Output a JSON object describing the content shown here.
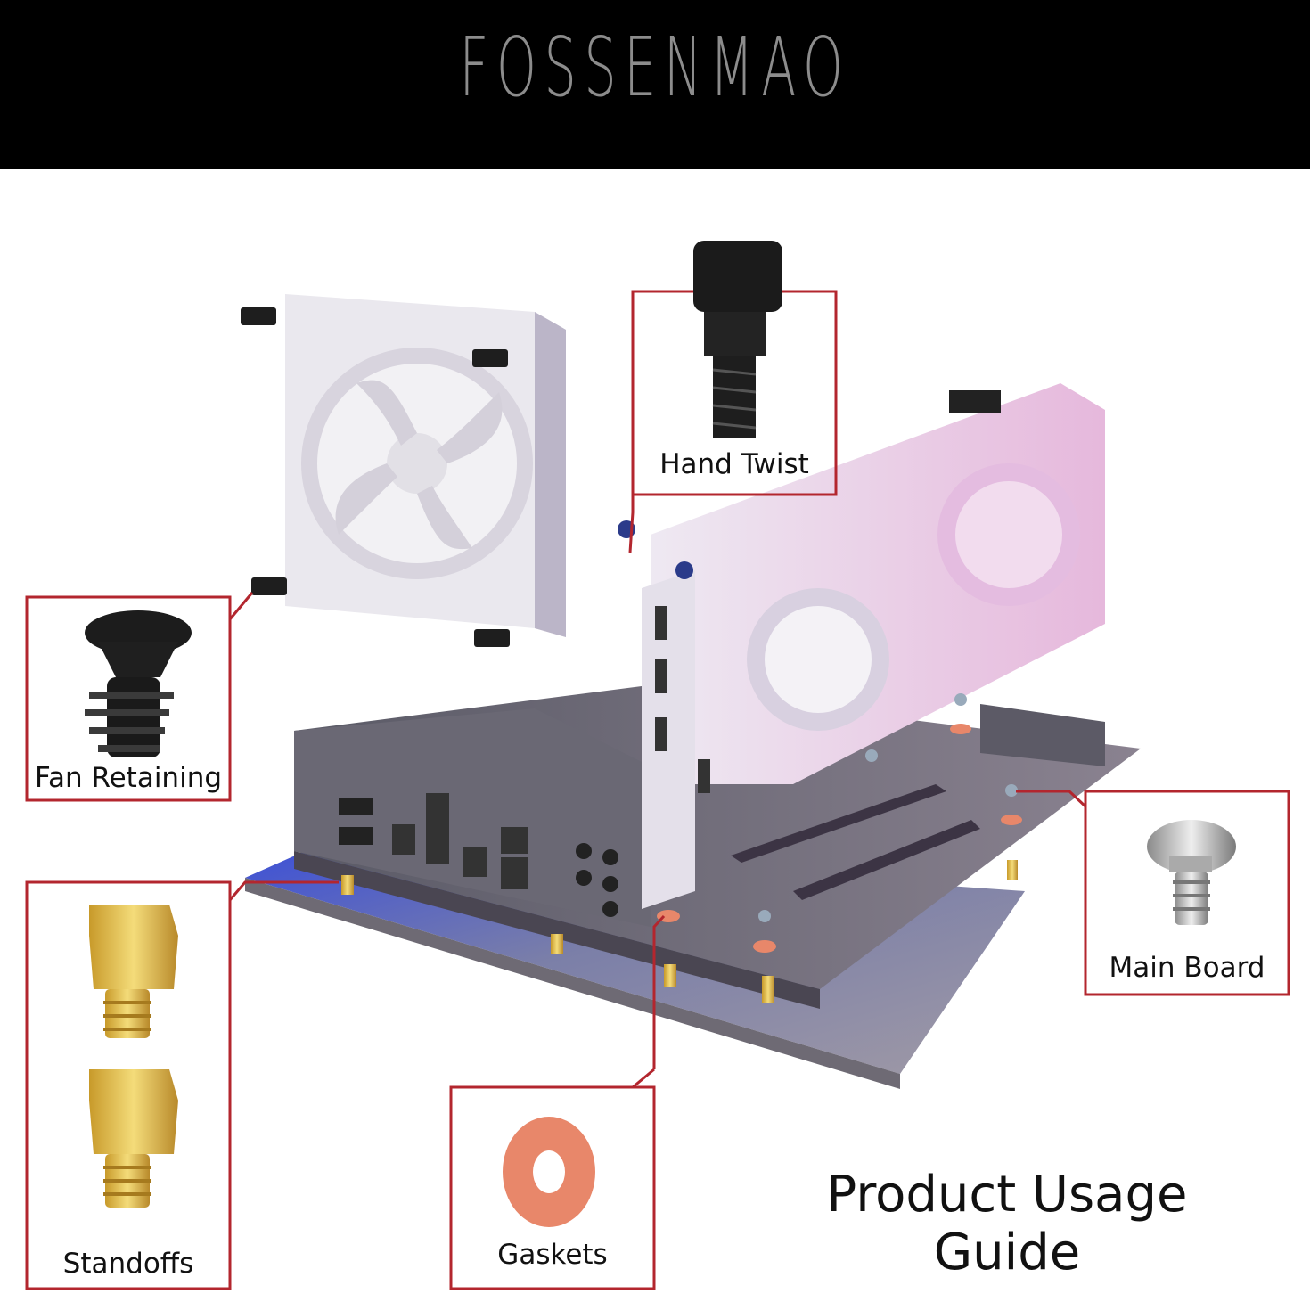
{
  "brand": "FOSSENMAO",
  "guide_title": "Product Usage Guide",
  "callouts": {
    "hand_twist": "Hand Twist",
    "fan_retaining": "Fan Retaining",
    "main_board": "Main Board",
    "standoffs": "Standoffs",
    "gaskets": "Gaskets"
  },
  "colors": {
    "callout_border": "#b3262e",
    "header_bg": "#000000",
    "brand_text": "#8c8c8c",
    "gasket": "#e8876a",
    "brass": "#e6c454"
  }
}
